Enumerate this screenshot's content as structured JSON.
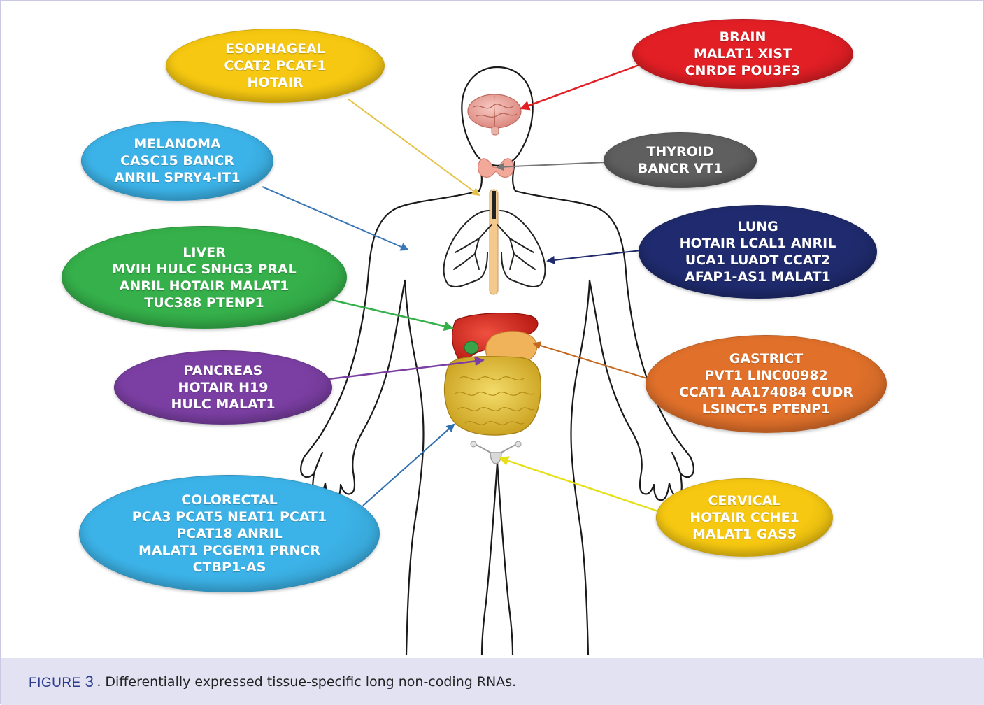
{
  "figure": {
    "label_word": "FIGURE",
    "label_number": "3",
    "caption": ". Differentially expressed tissue-specific long non-coding RNAs."
  },
  "bubbles": [
    {
      "id": "esophageal",
      "color": "#f6c811",
      "arrow_color": "#e6c24a",
      "lines": [
        "ESOPHAGEAL",
        "CCAT2 PCAT-1",
        "HOTAIR"
      ]
    },
    {
      "id": "brain",
      "color": "#e21f25",
      "arrow_color": "#e21f25",
      "lines": [
        "BRAIN",
        "MALAT1 XIST",
        "CNRDE POU3F3"
      ]
    },
    {
      "id": "melanoma",
      "color": "#3cb3e8",
      "arrow_color": "#3a77b5",
      "lines": [
        "MELANOMA",
        "CASC15 BANCR",
        "ANRIL SPRY4-IT1"
      ]
    },
    {
      "id": "thyroid",
      "color": "#5f5f5f",
      "arrow_color": "#777777",
      "lines": [
        "THYROID",
        "BANCR VT1"
      ]
    },
    {
      "id": "lung",
      "color": "#1f2b6e",
      "arrow_color": "#1f2b6e",
      "lines": [
        "LUNG",
        "HOTAIR LCAL1 ANRIL",
        "UCA1 LUADT CCAT2",
        "AFAP1-AS1 MALAT1"
      ]
    },
    {
      "id": "liver",
      "color": "#35b04a",
      "arrow_color": "#35b04a",
      "lines": [
        "LIVER",
        "MVIH HULC SNHG3 PRAL",
        "ANRIL HOTAIR MALAT1",
        "TUC388 PTENP1"
      ]
    },
    {
      "id": "gastrict",
      "color": "#e0702a",
      "arrow_color": "#c4691f",
      "lines": [
        "GASTRICT",
        "PVT1 LINC00982",
        "CCAT1 AA174084 CUDR",
        "LSINCT-5 PTENP1"
      ]
    },
    {
      "id": "pancreas",
      "color": "#7b3fa3",
      "arrow_color": "#7b3fa3",
      "lines": [
        "PANCREAS",
        "HOTAIR H19",
        "HULC MALAT1"
      ]
    },
    {
      "id": "colorectal",
      "color": "#3cb3e8",
      "arrow_color": "#2f6fb0",
      "lines": [
        "COLORECTAL",
        "PCA3 PCAT5 NEAT1 PCAT1",
        "PCAT18 ANRIL",
        "MALAT1 PCGEM1 PRNCR",
        "CTBP1-AS"
      ]
    },
    {
      "id": "cervical",
      "color": "#f6c811",
      "arrow_color": "#e5e01a",
      "lines": [
        "CERVICAL",
        "HOTAIR CCHE1",
        "MALAT1 GAS5"
      ]
    }
  ],
  "organs": [
    {
      "id": "brain",
      "color": "#f0a7a0",
      "icon": "brain-icon"
    },
    {
      "id": "thyroid",
      "color": "#f2a99a",
      "icon": "thyroid-icon"
    },
    {
      "id": "lungs",
      "color": "#222222",
      "icon": "lungs-icon"
    },
    {
      "id": "esophagus",
      "color": "#f4c98e",
      "icon": "esophagus-icon"
    },
    {
      "id": "liver",
      "color": "#d8231e",
      "icon": "liver-icon"
    },
    {
      "id": "stomach",
      "color": "#f1b35a",
      "icon": "stomach-icon"
    },
    {
      "id": "gallbladder",
      "color": "#3aa34a",
      "icon": "gallbladder-icon"
    },
    {
      "id": "intestines",
      "color": "#e8c43a",
      "icon": "intestines-icon"
    },
    {
      "id": "uterus",
      "color": "#cfcfcf",
      "icon": "uterus-icon"
    }
  ]
}
